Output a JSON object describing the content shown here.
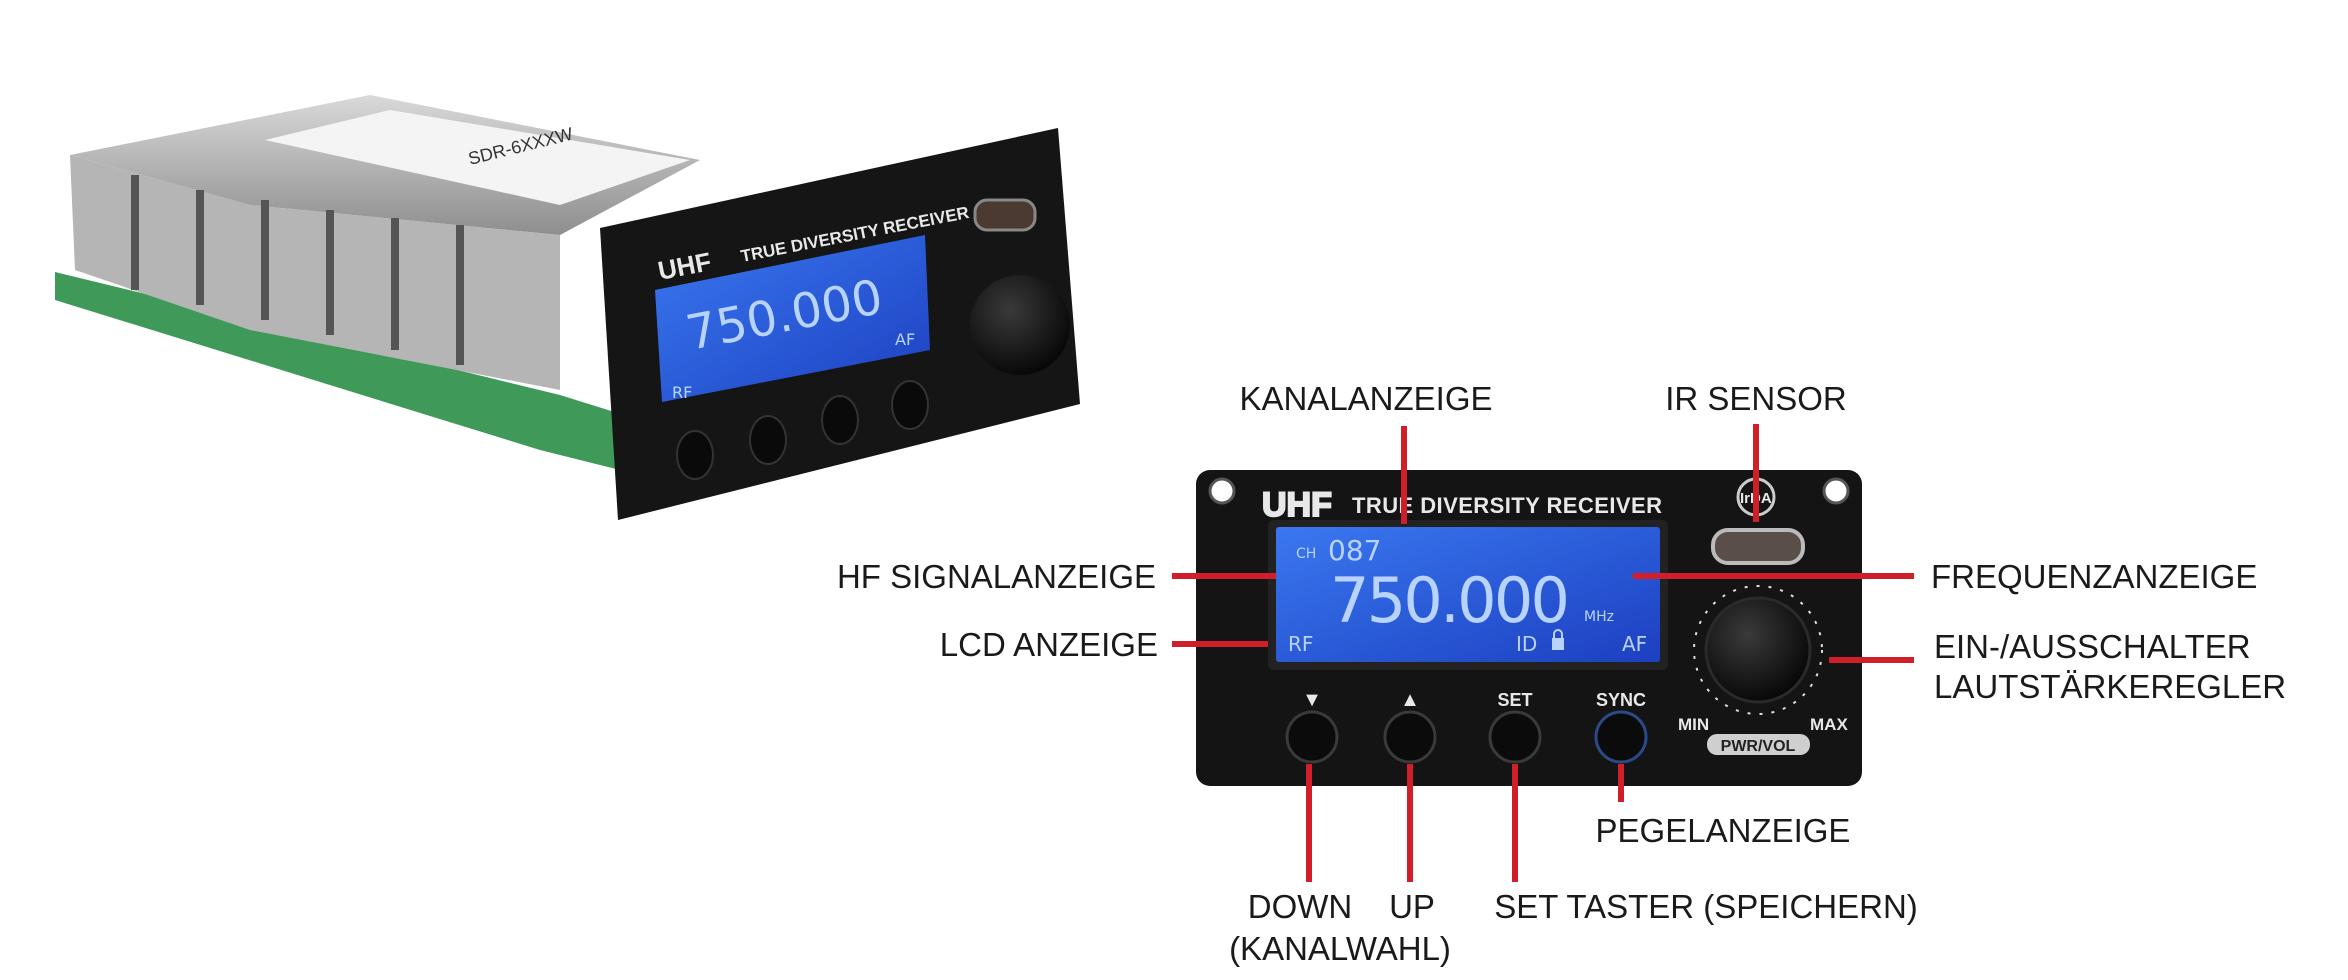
{
  "device": {
    "brand": "UHF",
    "model_title": "TRUE DIVERSITY RECEIVER",
    "irda_label": "IrDA",
    "lcd": {
      "channel_prefix": "CH",
      "channel": "087",
      "frequency": "750.000",
      "unit": "MHz",
      "rf": "RF",
      "id": "ID",
      "af": "AF"
    },
    "buttons": [
      {
        "label": "▼"
      },
      {
        "label": "▲"
      },
      {
        "label": "SET"
      },
      {
        "label": "SYNC"
      }
    ],
    "knob": {
      "min": "MIN",
      "max": "MAX",
      "name": "PWR/VOL"
    },
    "module_label": "SDR-6XXXW"
  },
  "callouts": {
    "kanalanzeige": "KANALANZEIGE",
    "ir_sensor": "IR SENSOR",
    "hf_signal": "HF SIGNALANZEIGE",
    "lcd": "LCD ANZEIGE",
    "frequenz": "FREQUENZANZEIGE",
    "power_line1": "EIN-/AUSSCHALTER",
    "power_line2": "LAUTSTÄRKEREGLER",
    "pegel": "PEGELANZEIGE",
    "down": "DOWN",
    "up": "UP",
    "kanalwahl": "(KANALWAHL)",
    "set": "SET TASTER (SPEICHERN)"
  },
  "colors": {
    "callout_line": "#d01f28",
    "lcd_backlight": "#2f5fe0",
    "panel": "#141414"
  }
}
